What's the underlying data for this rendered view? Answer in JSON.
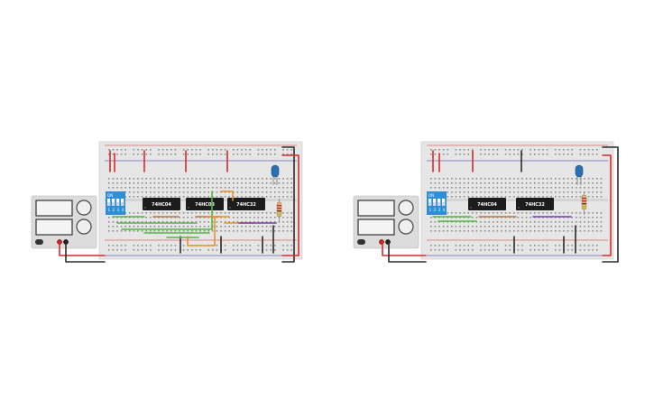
{
  "circuits": [
    {
      "id": "left",
      "chips": [
        {
          "label": "74HC04"
        },
        {
          "label": "74HC08"
        },
        {
          "label": "74HC32"
        }
      ],
      "switch": {
        "on_label": "ON",
        "numbers": [
          "1",
          "2",
          "3",
          "4"
        ]
      },
      "led_color": "#2a6fb3"
    },
    {
      "id": "right",
      "chips": [
        {
          "label": "74HC04"
        },
        {
          "label": "74HC32"
        }
      ],
      "switch": {
        "on_label": "ON",
        "numbers": [
          "1",
          "2",
          "3",
          "4"
        ]
      },
      "led_color": "#2a6fb3"
    }
  ],
  "colors": {
    "breadboard": "#e6e6e6",
    "rail_red": "#d62b2b",
    "rail_blue": "#2b2b9c",
    "wire_red": "#d62b2b",
    "wire_black": "#2b2b2b",
    "wire_green": "#55b545",
    "wire_brown": "#b07a4a",
    "wire_orange": "#e8902a",
    "wire_purple": "#7a3aa8",
    "switch_blue": "#2e8fd6",
    "chip_black": "#1c1c1c",
    "psu_body": "#dcdcdc"
  }
}
